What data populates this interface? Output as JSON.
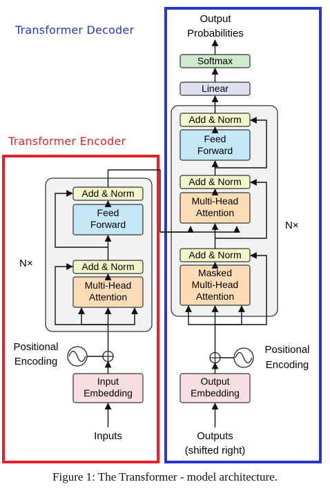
{
  "titles": {
    "encoder": "Transformer Encoder",
    "decoder": "Transformer Decoder"
  },
  "encoder": {
    "add_norm_top": "Add & Norm",
    "feed_forward": [
      "Feed",
      "Forward"
    ],
    "add_norm_bottom": "Add & Norm",
    "attention": [
      "Multi-Head",
      "Attention"
    ],
    "repeat": "N×",
    "positional_encoding": [
      "Positional",
      "Encoding"
    ],
    "embedding": [
      "Input",
      "Embedding"
    ],
    "input": "Inputs"
  },
  "decoder": {
    "output_probabilities": [
      "Output",
      "Probabilities"
    ],
    "softmax": "Softmax",
    "linear": "Linear",
    "add_norm_top": "Add & Norm",
    "feed_forward": [
      "Feed",
      "Forward"
    ],
    "add_norm_middle": "Add & Norm",
    "cross_attention": [
      "Multi-Head",
      "Attention"
    ],
    "add_norm_bottom": "Add & Norm",
    "masked_attention": [
      "Masked",
      "Multi-Head",
      "Attention"
    ],
    "repeat": "N×",
    "positional_encoding": [
      "Positional",
      "Encoding"
    ],
    "embedding": [
      "Output",
      "Embedding"
    ],
    "input": [
      "Outputs",
      "(shifted right)"
    ]
  },
  "caption": "Figure 1: The Transformer - model architecture.",
  "colors": {
    "encoder_frame": "#e0242b",
    "decoder_frame": "#2638c9",
    "add_norm": "#f3f6c9",
    "feed_forward": "#c3e7f7",
    "attention": "#fbdcb6",
    "embedding": "#f8dde3",
    "softmax": "#cfe9cd",
    "linear": "#dfe1f3",
    "stack": "#f2f2f2"
  }
}
